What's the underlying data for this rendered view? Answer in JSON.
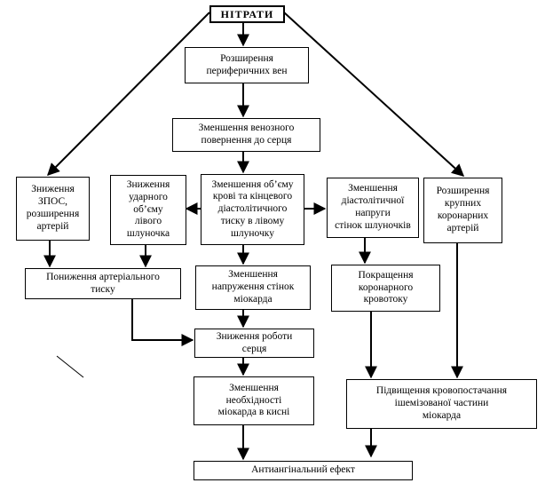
{
  "diagram": {
    "nodes": {
      "nitrates": "НІТРАТИ",
      "peripheral_veins": "Розширення\nпериферичних вен",
      "venous_return": "Зменшення венозного\nповернення до серця",
      "opss": "Зниження\nЗПОС,\nрозширення\nартерій",
      "stroke_volume": "Зниження\nударного\nоб’єму\nлівого\nшлуночка",
      "volume_pressure": "Зменшення об’єму\nкрові та кінцевого\nдіастолітичного\nтиску в лівому\nшлуночку",
      "diastolic_tension": "Зменшення\nдіастолітичної\nнапруги\nстінок шлуночків",
      "coronary_arteries": "Розширення\nкрупних\nкоронарних\nартерій",
      "arterial_pressure": "Пониження артеріального\nтиску",
      "wall_tension": "Зменшення\nнапруження стінок\nміокарда",
      "coronary_flow": "Покращення\nкоронарного\nкровотоку",
      "heart_work": "Зниження роботи\nсерця",
      "oxygen_demand": "Зменшення\nнеобхідності\nміокарда в кисні",
      "ischemic_supply": "Підвищення кровопостачання\nішемізованої частини\nміокарда",
      "antianginal": "Антиангінальний ефект"
    }
  }
}
